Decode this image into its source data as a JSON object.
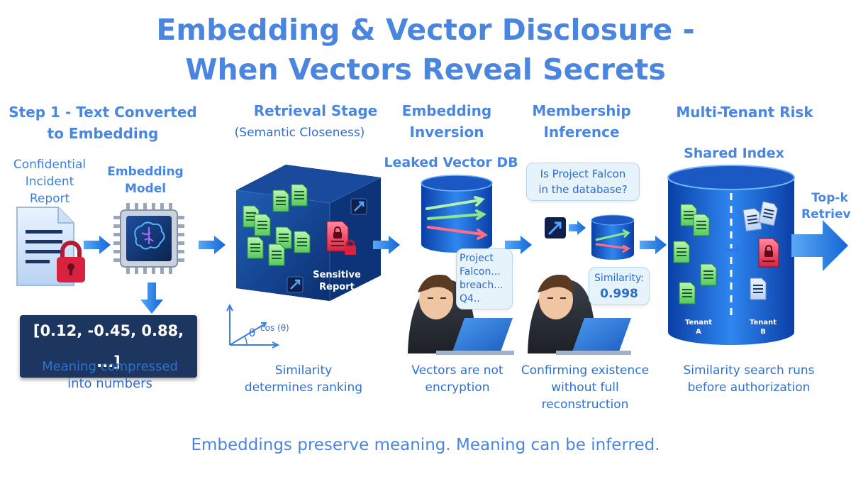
{
  "title": {
    "line1": "Embedding & Vector Disclosure -",
    "line2": "When Vectors Reveal Secrets"
  },
  "step1": {
    "heading_line1": "Step 1 - Text Converted",
    "heading_line2": "to Embedding",
    "doc_label_line1": "Confidential",
    "doc_label_line2": "Incident",
    "doc_label_line3": "Report",
    "model_label_line1": "Embedding",
    "model_label_line2": "Model",
    "vector": "[0.12, -0.45, 0.88, ...]",
    "caption_line1": "Meaning compressed",
    "caption_line2": "into numbers"
  },
  "retrieval": {
    "heading": "Retrieval Stage",
    "subheading": "(Semantic Closeness)",
    "sensitive_line1": "Sensitive",
    "sensitive_line2": "Report",
    "cos_label": "cos (θ)",
    "theta": "θ",
    "caption_line1": "Similarity",
    "caption_line2": "determines ranking"
  },
  "inversion": {
    "heading_line1": "Embedding",
    "heading_line2": "Inversion",
    "db_label": "Leaked Vector DB",
    "bubble_line1": "Project",
    "bubble_line2": "Falcon...",
    "bubble_line3": "breach...",
    "bubble_line4": "Q4..",
    "caption_line1": "Vectors are not",
    "caption_line2": "encryption"
  },
  "membership": {
    "heading_line1": "Membership",
    "heading_line2": "Inference",
    "question_line1": "Is Project Falcon",
    "question_line2": "in the database?",
    "similarity_label": "Similarity:",
    "similarity_value": "0.998",
    "caption_line1": "Confirming existence",
    "caption_line2": "without full",
    "caption_line3": "reconstruction"
  },
  "multitenant": {
    "heading": "Multi-Tenant Risk",
    "index_label": "Shared Index",
    "tenant_a_line1": "Tenant",
    "tenant_a_line2": "A",
    "tenant_b_line1": "Tenant",
    "tenant_b_line2": "B",
    "topk_line1": "Top-k",
    "topk_line2": "Retrieval",
    "caption_line1": "Similarity search runs",
    "caption_line2": "before authorization"
  },
  "footer": "Embeddings preserve meaning. Meaning can be inferred.",
  "colors": {
    "accent": "#4a86e0",
    "navy": "#1c3660",
    "green": "#5fd36a",
    "red": "#e0344f"
  }
}
